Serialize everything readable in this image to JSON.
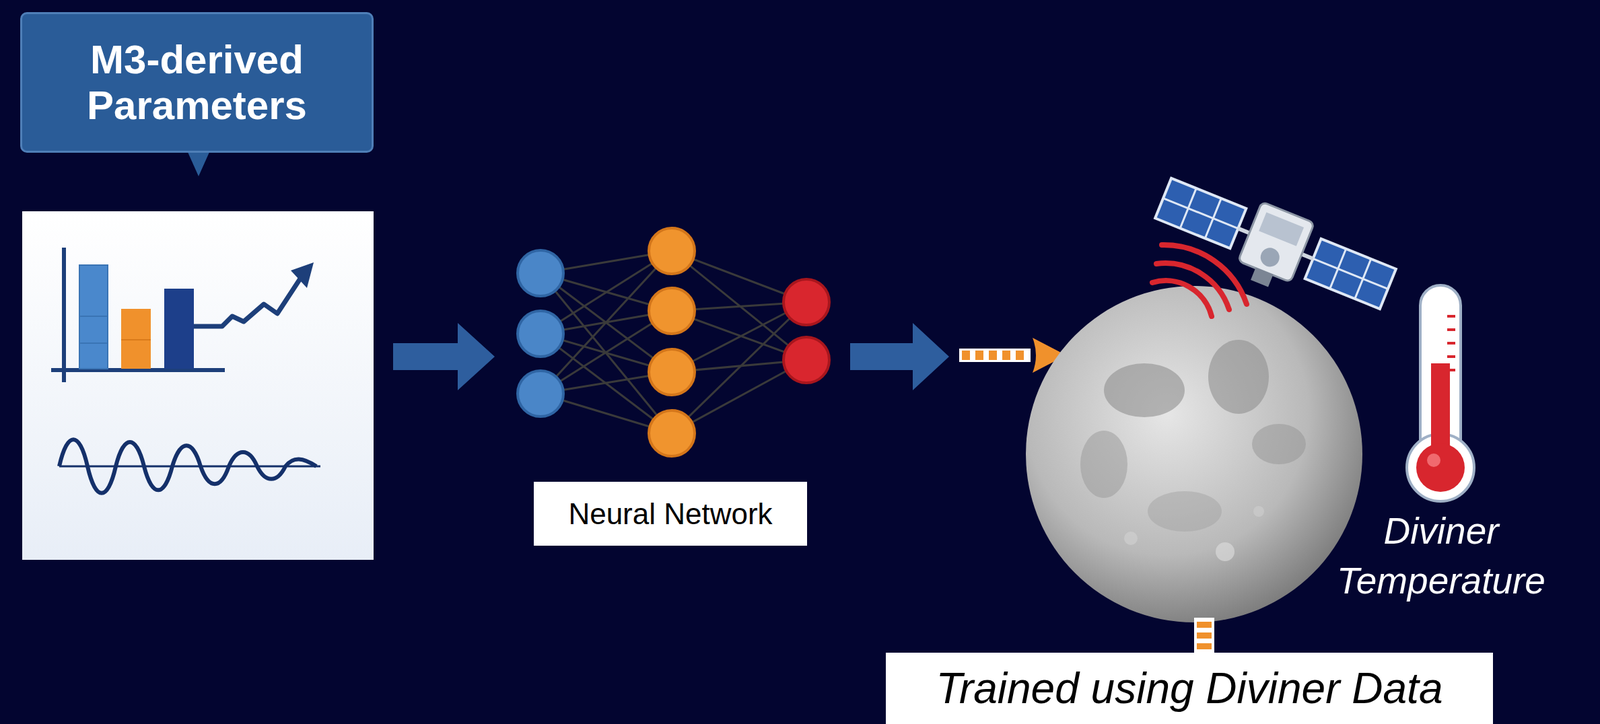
{
  "diagram": {
    "nodes": [
      {
        "text": [
          "M3-derived Parameters"
        ]
      },
      {
        "text": [
          "Neural Network"
        ]
      },
      {
        "text": [
          "Trained using Diviner Data"
        ]
      }
    ],
    "labels": [
      "Diviner Temperature"
    ]
  }
}
